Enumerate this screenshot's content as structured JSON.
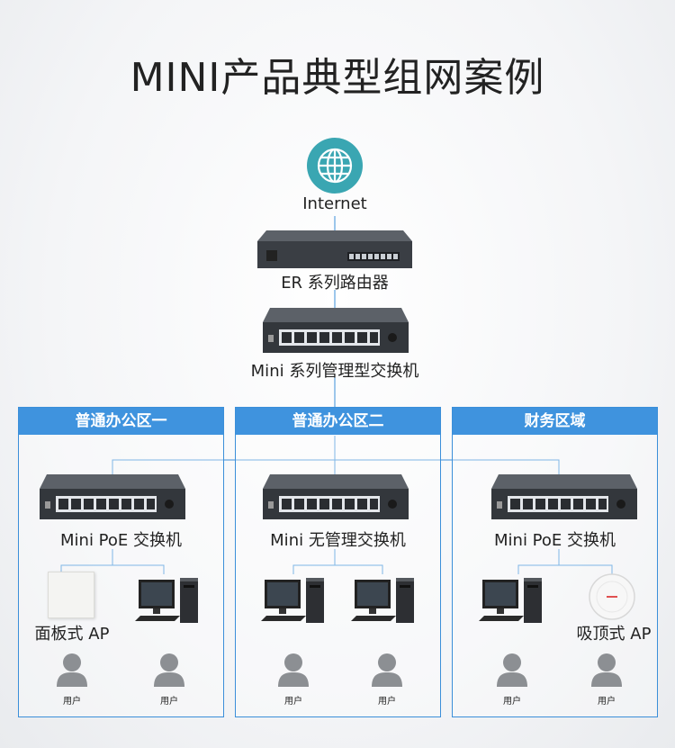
{
  "title": "MINI产品典型组网案例",
  "nodes": {
    "internet": "Internet",
    "router": "ER 系列路由器",
    "core_switch": "Mini 系列管理型交换机"
  },
  "zones": [
    {
      "name": "普通办公区一",
      "switch": "Mini PoE 交换机",
      "ap": "面板式 AP",
      "users": [
        "用户",
        "用户"
      ]
    },
    {
      "name": "普通办公区二",
      "switch": "Mini 无管理交换机",
      "users": [
        "用户",
        "用户"
      ]
    },
    {
      "name": "财务区域",
      "switch": "Mini PoE 交换机",
      "ap": "吸顶式 AP",
      "users": [
        "用户",
        "用户"
      ]
    }
  ],
  "colors": {
    "zone_blue": "#3f93de",
    "line_blue": "#3b8fd9",
    "globe": "#3aa6b2"
  }
}
